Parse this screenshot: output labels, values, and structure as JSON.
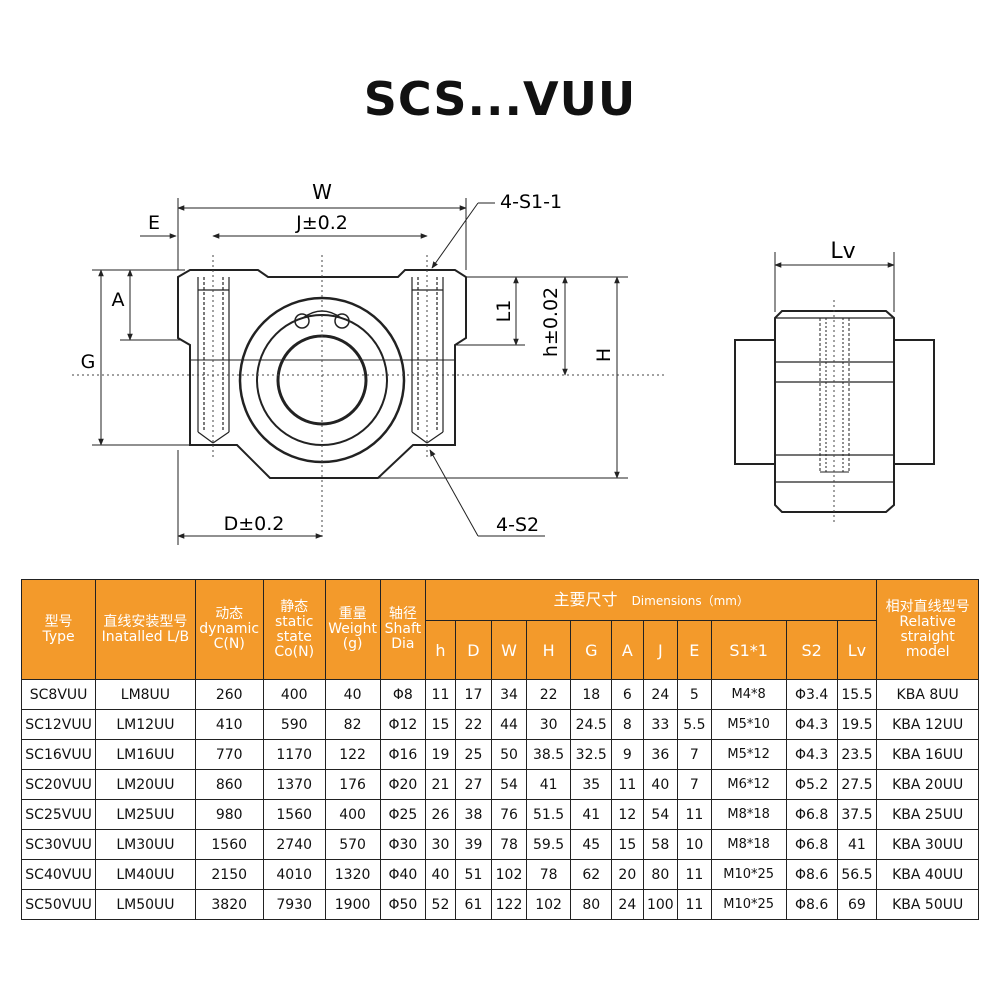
{
  "title": "SCS...VUU",
  "drawing": {
    "labels": {
      "W": "W",
      "E": "E",
      "J": "J±0.2",
      "A": "A",
      "G": "G",
      "L1": "L1",
      "h": "h±0.02",
      "H": "H",
      "D": "D±0.2",
      "S1": "4-S1-1",
      "S2": "4-S2",
      "Lv": "Lv"
    }
  },
  "table": {
    "header": {
      "type_cn": "型号",
      "type_en": "Type",
      "installed_cn": "直线安装型号",
      "installed_en": "Inatalled L/B",
      "dynamic_cn": "动态",
      "dynamic_en1": "dynamic",
      "dynamic_en2": "C(N)",
      "static_cn": "静态",
      "static_en1": "static",
      "static_en2": "state",
      "static_en3": "Co(N)",
      "weight_cn": "重量",
      "weight_en1": "Weight",
      "weight_en2": "(g)",
      "shaft_cn": "轴径",
      "shaft_en1": "Shaft",
      "shaft_en2": "Dia",
      "dims_cn": "主要尺寸",
      "dims_en": "Dimensions（mm）",
      "relative_cn": "相对直线型号",
      "relative_en1": "Relative",
      "relative_en2": "straight model",
      "dim_cols": [
        "h",
        "D",
        "W",
        "H",
        "G",
        "A",
        "J",
        "E",
        "S1*1",
        "S2",
        "Lv"
      ]
    },
    "rows": [
      [
        "SC8VUU",
        "LM8UU",
        "260",
        "400",
        "40",
        "Φ8",
        "11",
        "17",
        "34",
        "22",
        "18",
        "6",
        "24",
        "5",
        "M4*8",
        "Φ3.4",
        "15.5",
        "KBA 8UU"
      ],
      [
        "SC12VUU",
        "LM12UU",
        "410",
        "590",
        "82",
        "Φ12",
        "15",
        "22",
        "44",
        "30",
        "24.5",
        "8",
        "33",
        "5.5",
        "M5*10",
        "Φ4.3",
        "19.5",
        "KBA 12UU"
      ],
      [
        "SC16VUU",
        "LM16UU",
        "770",
        "1170",
        "122",
        "Φ16",
        "19",
        "25",
        "50",
        "38.5",
        "32.5",
        "9",
        "36",
        "7",
        "M5*12",
        "Φ4.3",
        "23.5",
        "KBA 16UU"
      ],
      [
        "SC20VUU",
        "LM20UU",
        "860",
        "1370",
        "176",
        "Φ20",
        "21",
        "27",
        "54",
        "41",
        "35",
        "11",
        "40",
        "7",
        "M6*12",
        "Φ5.2",
        "27.5",
        "KBA 20UU"
      ],
      [
        "SC25VUU",
        "LM25UU",
        "980",
        "1560",
        "400",
        "Φ25",
        "26",
        "38",
        "76",
        "51.5",
        "41",
        "12",
        "54",
        "11",
        "M8*18",
        "Φ6.8",
        "37.5",
        "KBA 25UU"
      ],
      [
        "SC30VUU",
        "LM30UU",
        "1560",
        "2740",
        "570",
        "Φ30",
        "30",
        "39",
        "78",
        "59.5",
        "45",
        "15",
        "58",
        "10",
        "M8*18",
        "Φ6.8",
        "41",
        "KBA 30UU"
      ],
      [
        "SC40VUU",
        "LM40UU",
        "2150",
        "4010",
        "1320",
        "Φ40",
        "40",
        "51",
        "102",
        "78",
        "62",
        "20",
        "80",
        "11",
        "M10*25",
        "Φ8.6",
        "56.5",
        "KBA 40UU"
      ],
      [
        "SC50VUU",
        "LM50UU",
        "3820",
        "7930",
        "1900",
        "Φ50",
        "52",
        "61",
        "122",
        "102",
        "80",
        "24",
        "100",
        "11",
        "M10*25",
        "Φ8.6",
        "69",
        "KBA 50UU"
      ]
    ]
  },
  "colors": {
    "header_bg": "#f39a2b",
    "header_text": "#ffffff",
    "part_fill": "#ffffff",
    "line": "#222222"
  }
}
